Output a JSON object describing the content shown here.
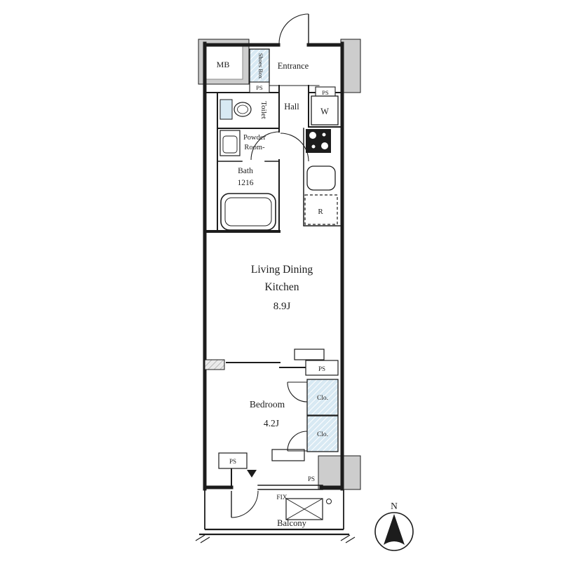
{
  "plan": {
    "rooms": {
      "mb": "MB",
      "shoes_box": "Shoes Box",
      "entrance": "Entrance",
      "toilet": "Toilet",
      "hall": "Hall",
      "washer": "W",
      "powder_room_line1": "Powder",
      "powder_room_line2": "Room-",
      "bath_line1": "Bath",
      "bath_line2": "1216",
      "refrigerator": "R",
      "ldk_line1": "Living Dining",
      "ldk_line2": "Kitchen",
      "ldk_size": "8.9J",
      "bedroom": "Bedroom",
      "bedroom_size": "4.2J",
      "closet_upper": "Clo.",
      "closet_lower": "Clo.",
      "balcony": "Balcony"
    },
    "labels": {
      "fix_window": "FIX",
      "ps_shoes": "PS",
      "ps_top_right": "PS",
      "ps_divider": "PS",
      "ps_bottom_left": "PS",
      "ps_bottom_right": "PS"
    },
    "compass": {
      "north": "N"
    },
    "colors": {
      "wall": "#1c1c1c",
      "pillar_gray": "#cdcdcd",
      "fixture_blue": "#d8e9f3",
      "text": "#1d1d1d",
      "background": "#ffffff"
    }
  }
}
